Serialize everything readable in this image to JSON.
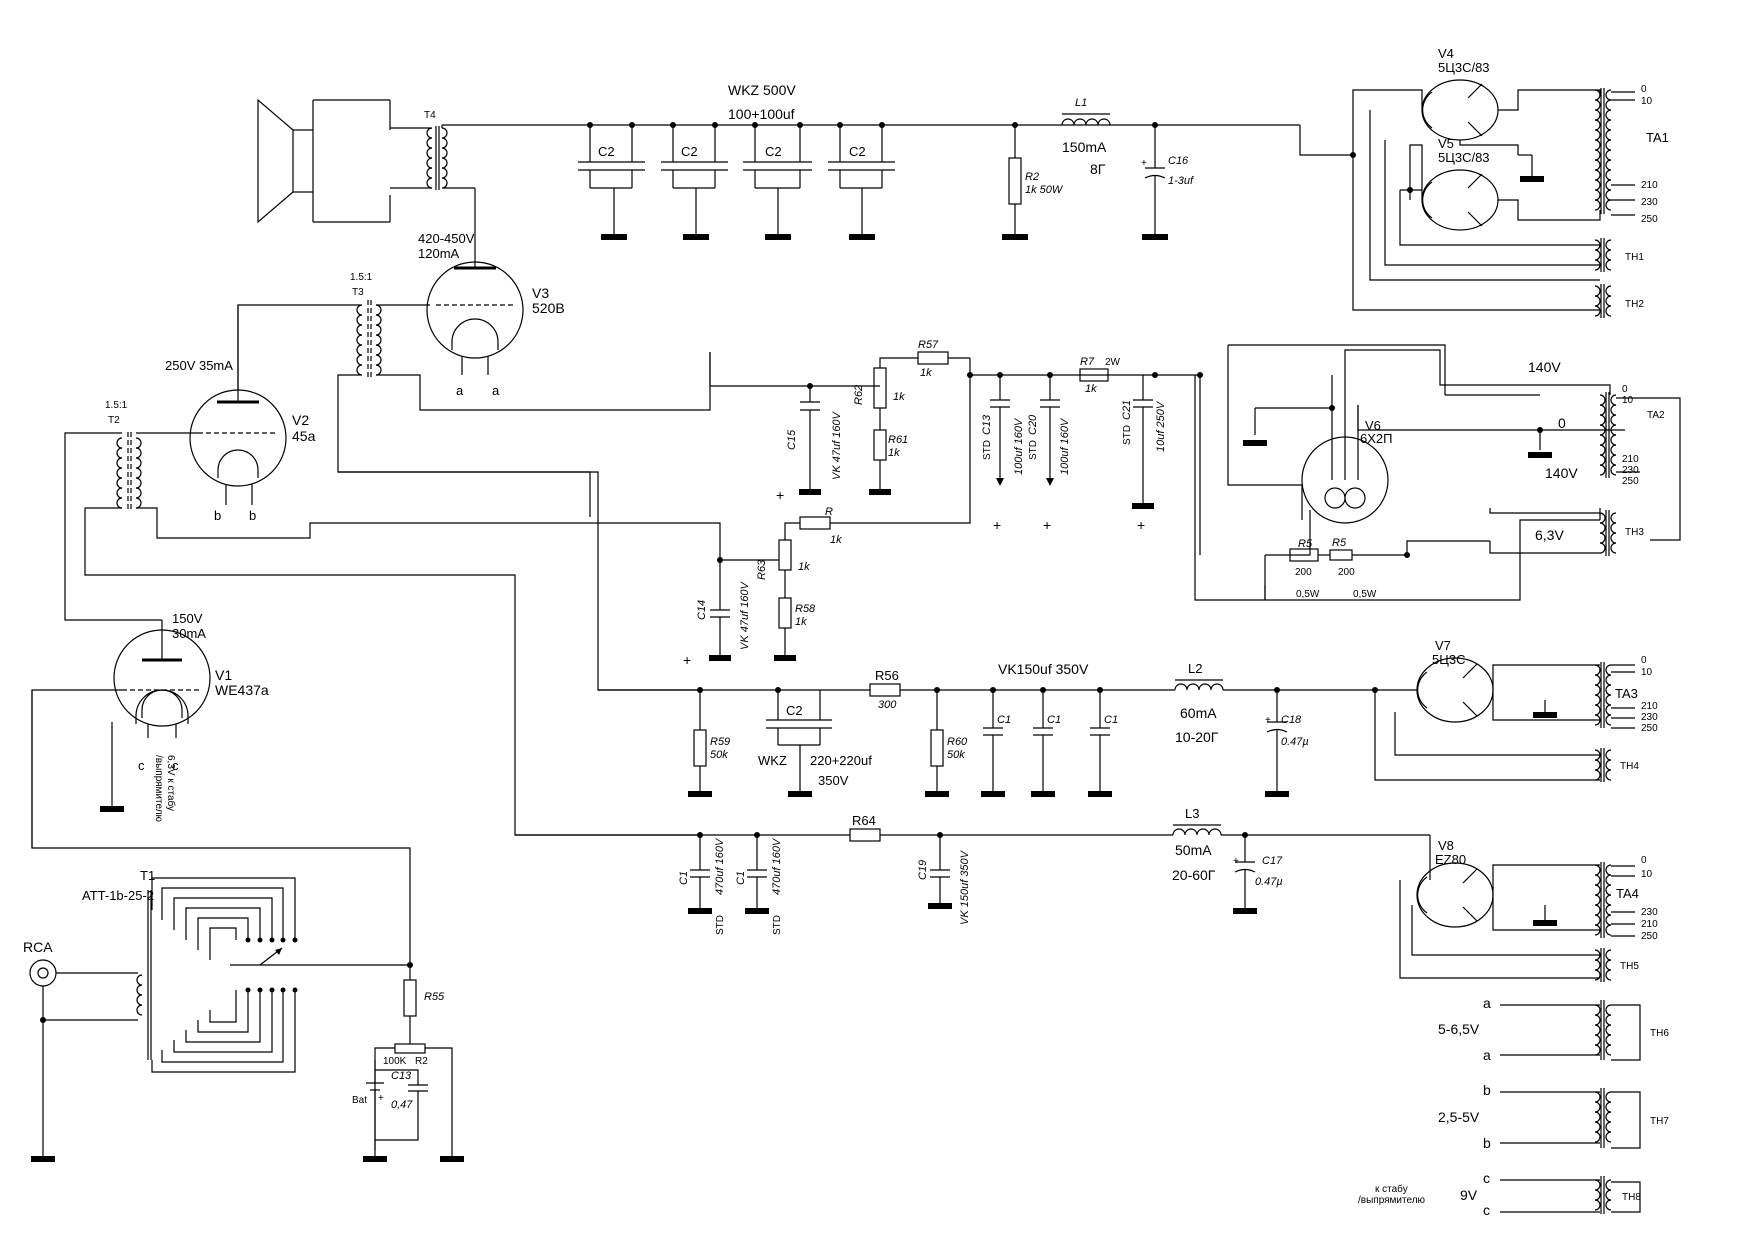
{
  "labels": {
    "wkz500": "WKZ  500V",
    "cap100": "100+100uf",
    "c2": "C2",
    "l1": "L1",
    "l1_i": "150mA",
    "l1_h": "8Г",
    "r2": "R2",
    "r2_v": "1k 50W",
    "c16": "C16",
    "c16_v": "1-3uf",
    "t4": "T4",
    "v3_volt": "420-450V",
    "v3_cur": "120mA",
    "v3": "V3",
    "v3_type": "520B",
    "t3_ratio": "1.5:1",
    "t3": "T3",
    "a": "a",
    "v2_bias": "250V 35mA",
    "v2": "V2",
    "v2_type": "45a",
    "t2_ratio": "1.5:1",
    "t2": "T2",
    "b": "b",
    "v1_volt": "150V",
    "v1_cur": "30mA",
    "v1": "V1",
    "v1_type": "WE437a",
    "c": "c",
    "v1_heater": "6,3V к стабу",
    "v1_heater2": "/выпрямителю",
    "t1": "T1",
    "t1_type": "ATT-1b-25-2",
    "rca": "RCA",
    "r55": "R55",
    "r2b": "R2",
    "r2b_v": "100K",
    "c13b": "C13",
    "c13b_v": "0,47",
    "bat": "Bat",
    "r57": "R57",
    "r57_v": "1k",
    "r62": "R62",
    "r62_v": "1k",
    "r61": "R61",
    "r61_v": "1k",
    "c15": "C15",
    "c15_v": "VK  47uf 160V",
    "c13": "C13",
    "c20": "C20",
    "std": "STD",
    "c13_v": "100uf 160V",
    "c20_v": "100uf 160V",
    "r7": "R7",
    "r7_w": "2W",
    "r7_v": "1k",
    "c21": "C21",
    "c21_v": "10uf 250V",
    "r": "R",
    "r_v": "1k",
    "r63": "R63",
    "r63_v": "1k",
    "r58": "R58",
    "r58_v": "1k",
    "c14": "C14",
    "c14_v": "VK  47uf 160V",
    "v6": "V6",
    "v6_type": "6Х2П",
    "r5": "R5",
    "r5_v": "200",
    "r5_w": "0,5W",
    "v140": "140V",
    "v0": "0",
    "v6_3": "6,3V",
    "r56": "R56",
    "r56_v": "300",
    "vk150": "VK150uf 350V",
    "l2": "L2",
    "l2_i": "60mA",
    "l2_h": "10-20Г",
    "c18": "C18",
    "c18_v": "0.47µ",
    "r59": "R59",
    "r59_v": "50k",
    "wkz": "WKZ",
    "cap220": "220+220uf",
    "v350": "350V",
    "r60": "R60",
    "r60_v": "50k",
    "c1": "C1",
    "r64": "R64",
    "l3": "L3",
    "l3_i": "50mA",
    "l3_h": "20-60Г",
    "c17": "C17",
    "c17_v": "0.47µ",
    "c1a_v": "470uf 160V",
    "c19": "C19",
    "c19_v": "VK  150uf 350V",
    "v4": "V4",
    "v4_type": "5Ц3С/83",
    "v5": "V5",
    "v5_type": "5Ц3С/83",
    "ta1": "TA1",
    "th1": "TH1",
    "th2": "TH2",
    "ta2": "TA2",
    "th3": "TH3",
    "v7": "V7",
    "v7_type": "5Ц3С",
    "ta3": "TA3",
    "th4": "TH4",
    "v8": "V8",
    "v8_type": "EZ80",
    "ta4": "TA4",
    "th5": "TH5",
    "th6": "TH6",
    "th7": "TH7",
    "th8": "TH8",
    "t0": "0",
    "t10": "10",
    "t210": "210",
    "t230": "230",
    "t250": "250",
    "v5_65": "5-6,5V",
    "v25_5": "2,5-5V",
    "v9": "9V",
    "stab1": "к стабу",
    "stab2": "/выпрямителю"
  },
  "colors": {
    "ink": "#000000",
    "paper": "#ffffff"
  }
}
